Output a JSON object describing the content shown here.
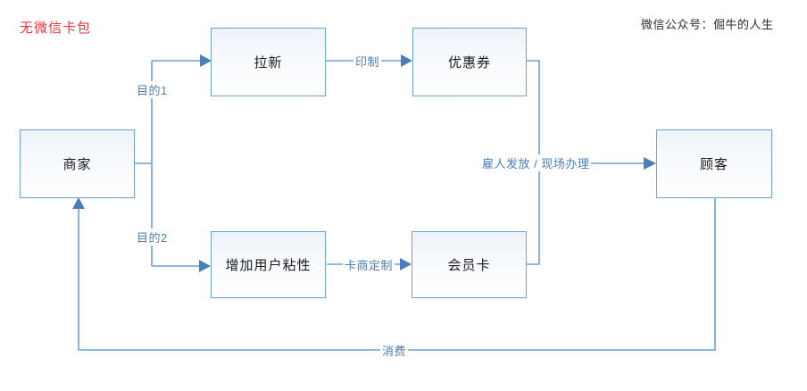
{
  "diagram": {
    "title_note": "无微信卡包",
    "watermark": "微信公众号：倔牛的人生",
    "accent_color": "#6f9fd0",
    "arrow_color": "#4a7ebb",
    "note_color": "#e8373c",
    "nodes": [
      {
        "id": "merchant",
        "label": "商家"
      },
      {
        "id": "acquire",
        "label": "拉新"
      },
      {
        "id": "coupon",
        "label": "优惠券"
      },
      {
        "id": "stickiness",
        "label": "增加用户粘性"
      },
      {
        "id": "membercard",
        "label": "会员卡"
      },
      {
        "id": "customer",
        "label": "顾客"
      }
    ],
    "edge_labels": [
      {
        "id": "purpose1",
        "label": "目的1"
      },
      {
        "id": "purpose2",
        "label": "目的2"
      },
      {
        "id": "print",
        "label": "印制"
      },
      {
        "id": "custom",
        "label": "卡商定制"
      },
      {
        "id": "distribute",
        "label": "雇人发放 / 现场办理"
      },
      {
        "id": "consume",
        "label": "消费"
      }
    ]
  }
}
